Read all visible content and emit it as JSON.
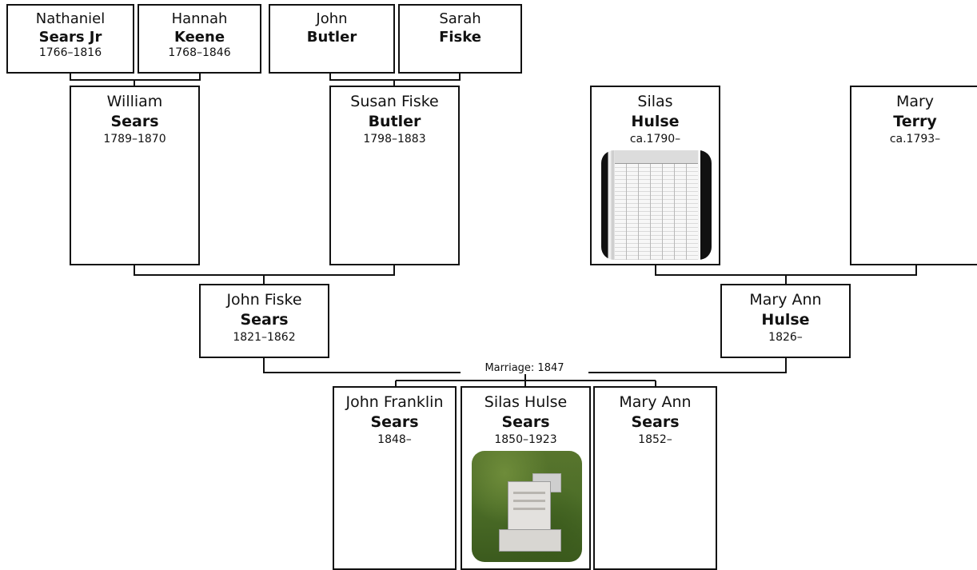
{
  "people": {
    "nathaniel_sears": {
      "given": "Nathaniel",
      "surname": "Sears Jr",
      "dates": "1766–1816"
    },
    "hannah_keene": {
      "given": "Hannah",
      "surname": "Keene",
      "dates": "1768–1846"
    },
    "john_butler": {
      "given": "John",
      "surname": "Butler",
      "dates": ""
    },
    "sarah_fiske": {
      "given": "Sarah",
      "surname": "Fiske",
      "dates": ""
    },
    "william_sears": {
      "given": "William",
      "surname": "Sears",
      "dates": "1789–1870"
    },
    "susan_butler": {
      "given": "Susan Fiske",
      "surname": "Butler",
      "dates": "1798–1883"
    },
    "silas_hulse": {
      "given": "Silas",
      "surname": "Hulse",
      "dates": "ca.1790–",
      "photo_code": "0239"
    },
    "mary_terry": {
      "given": "Mary",
      "surname": "Terry",
      "dates": "ca.1793–"
    },
    "john_fiske_sears": {
      "given": "John Fiske",
      "surname": "Sears",
      "dates": "1821–1862"
    },
    "mary_ann_hulse": {
      "given": "Mary Ann",
      "surname": "Hulse",
      "dates": "1826–"
    },
    "john_franklin_sears": {
      "given": "John Franklin",
      "surname": "Sears",
      "dates": "1848–"
    },
    "silas_hulse_sears": {
      "given": "Silas Hulse",
      "surname": "Sears",
      "dates": "1850–1923"
    },
    "mary_ann_sears": {
      "given": "Mary Ann",
      "surname": "Sears",
      "dates": "1852–"
    }
  },
  "marriage_label": "Marriage: 1847"
}
